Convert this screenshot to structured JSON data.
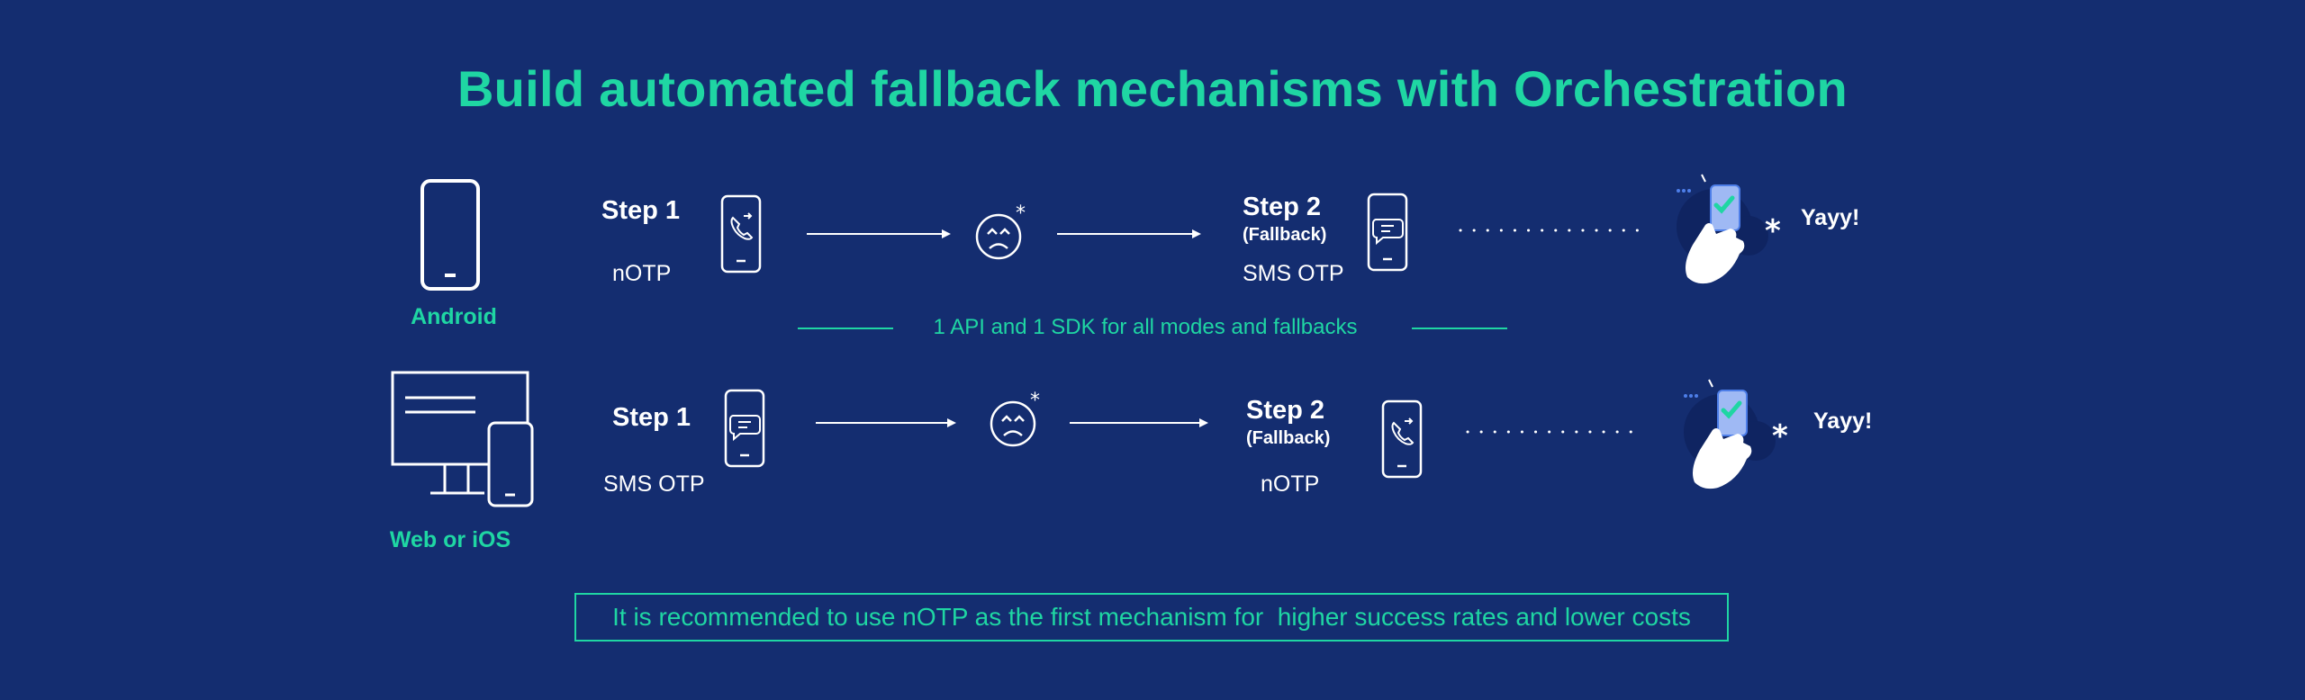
{
  "title": "Build automated fallback mechanisms with Orchestration",
  "platforms": {
    "android": "Android",
    "web_ios": "Web or iOS"
  },
  "rows": [
    {
      "step1_title": "Step 1",
      "step1_mode": "nOTP",
      "step2_title": "Step 2",
      "step2_fallback": "(Fallback)",
      "step2_mode": "SMS OTP",
      "result": "Yayy!"
    },
    {
      "step1_title": "Step 1",
      "step1_mode": "SMS OTP",
      "step2_title": "Step 2",
      "step2_fallback": "(Fallback)",
      "step2_mode": "nOTP",
      "result": "Yayy!"
    }
  ],
  "connector_text": "1 API and 1 SDK for all modes and fallbacks",
  "recommendation": "It is recommended to use nOTP as the first mechanism for  higher success rates and lower costs",
  "colors": {
    "background": "#142d70",
    "accent": "#1fd6a3",
    "text": "#ffffff"
  }
}
